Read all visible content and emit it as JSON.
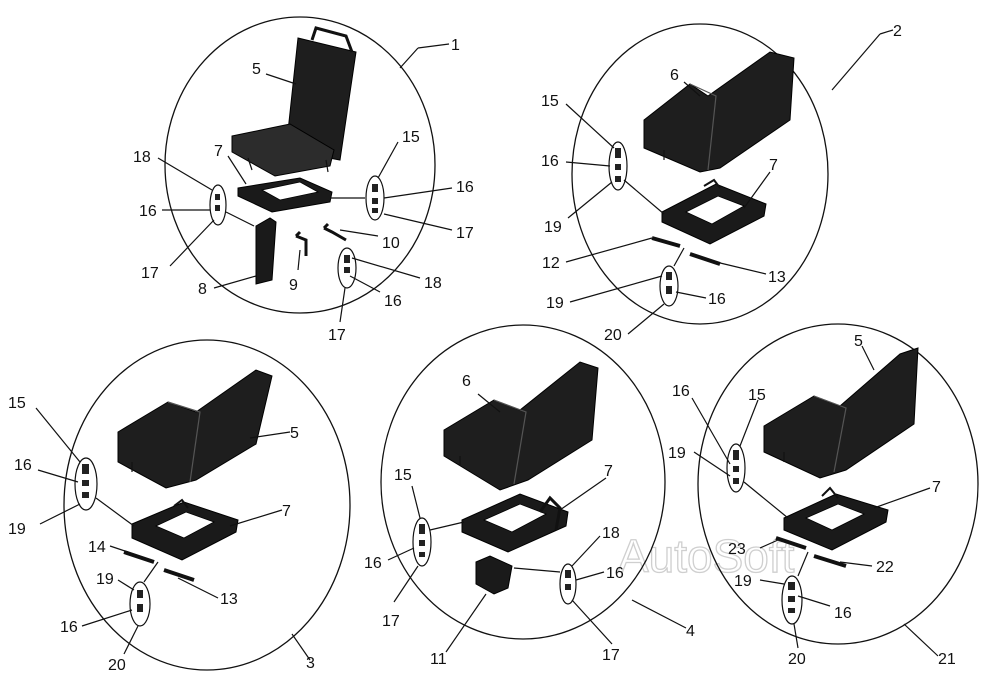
{
  "watermark": "AutoSoft",
  "labels": {
    "a1": "1",
    "a2": "2",
    "a3": "3",
    "a4": "4",
    "a5": "5",
    "a6": "6",
    "a7": "7",
    "a8": "8",
    "a9": "9",
    "a10": "10",
    "a11": "11",
    "a12": "12",
    "a13": "13",
    "a14": "14",
    "a15": "15",
    "a16": "16",
    "a17": "17",
    "a18": "18",
    "a19": "19",
    "a20": "20",
    "a21": "21",
    "a22": "22",
    "a23": "23"
  },
  "g1": {
    "l1": "1",
    "l5": "5",
    "l7": "7",
    "l18a": "18",
    "l16a": "16",
    "l17a": "17",
    "l15": "15",
    "l16b": "16",
    "l17b": "17",
    "l10": "10",
    "l8": "8",
    "l9": "9",
    "l18b": "18",
    "l16c": "16",
    "l17c": "17"
  },
  "g2": {
    "l2": "2",
    "l6": "6",
    "l15": "15",
    "l16a": "16",
    "l19a": "19",
    "l7": "7",
    "l12": "12",
    "l13": "13",
    "l19b": "19",
    "l16b": "16",
    "l20": "20"
  },
  "g3": {
    "l15": "15",
    "l16a": "16",
    "l19a": "19",
    "l5": "5",
    "l7": "7",
    "l14": "14",
    "l19b": "19",
    "l13": "13",
    "l16b": "16",
    "l20": "20",
    "l3": "3"
  },
  "g4": {
    "l6": "6",
    "l15": "15",
    "l7": "7",
    "l16a": "16",
    "l17a": "17",
    "l18": "18",
    "l16b": "16",
    "l11": "11",
    "l17b": "17",
    "l4": "4"
  },
  "g5": {
    "l5": "5",
    "l16a": "16",
    "l15": "15",
    "l19a": "19",
    "l7": "7",
    "l23": "23",
    "l22": "22",
    "l19b": "19",
    "l16b": "16",
    "l20": "20",
    "l21": "21"
  }
}
